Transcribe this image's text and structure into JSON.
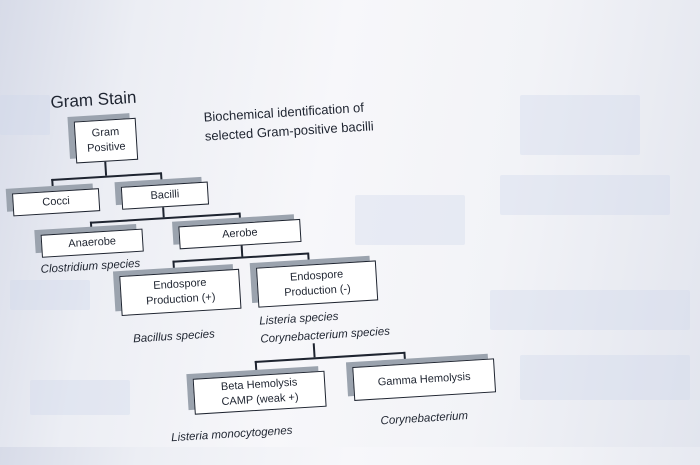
{
  "title": "Gram Stain",
  "heading": "Biochemical identification of\nselected Gram-positive bacilli",
  "nodes": {
    "gram_positive": "Gram\nPositive",
    "cocci": "Cocci",
    "bacilli": "Bacilli",
    "anaerobe": "Anaerobe",
    "aerobe": "Aerobe",
    "endospore_pos": "Endospore\nProduction (+)",
    "endospore_neg": "Endospore\nProduction (-)",
    "beta_hemolysis": "Beta Hemolysis\nCAMP (weak +)",
    "gamma_hemolysis": "Gamma Hemolysis"
  },
  "labels": {
    "clostridium": "Clostridium species",
    "bacillus": "Bacillus species",
    "listeria_coryne": "Listeria species\nCorynebacterium species",
    "listeria_mono": "Listeria monocytogenes",
    "corynebacterium": "Corynebacterium"
  },
  "colors": {
    "ink": "#1e2430",
    "shadow": "#9ba3ae"
  }
}
